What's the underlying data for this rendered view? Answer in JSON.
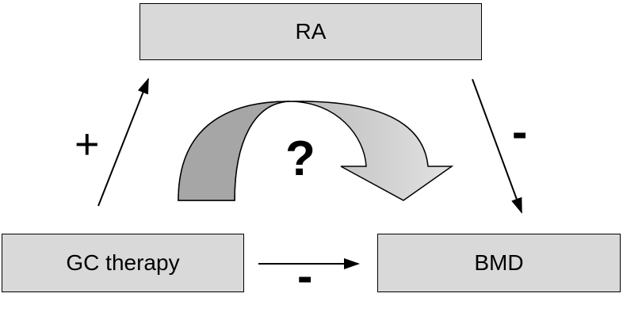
{
  "nodes": {
    "ra": "RA",
    "gc": "GC therapy",
    "bmd": "BMD"
  },
  "signs": {
    "gc_to_ra": "+",
    "ra_to_bmd": "-",
    "gc_to_bmd": "-"
  },
  "unknown_effect": "?",
  "colors": {
    "box_fill": "#d9d9d9",
    "curved_arrow_dark": "#a6a6a6",
    "curved_arrow_light": "#d9d9d9"
  }
}
